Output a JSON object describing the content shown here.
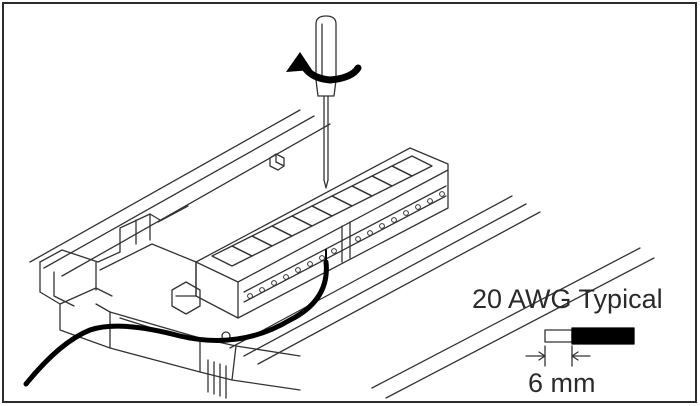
{
  "labels": {
    "wire_gauge": "20 AWG Typical",
    "strip_length": "6 mm"
  },
  "colors": {
    "frame": "#2b2b2b",
    "line": "#333333",
    "wire": "#000000",
    "background": "#ffffff"
  },
  "icons": [
    "screwdriver-icon",
    "rotation-arrow-icon",
    "terminal-block",
    "wire",
    "stripped-wire-icon"
  ]
}
